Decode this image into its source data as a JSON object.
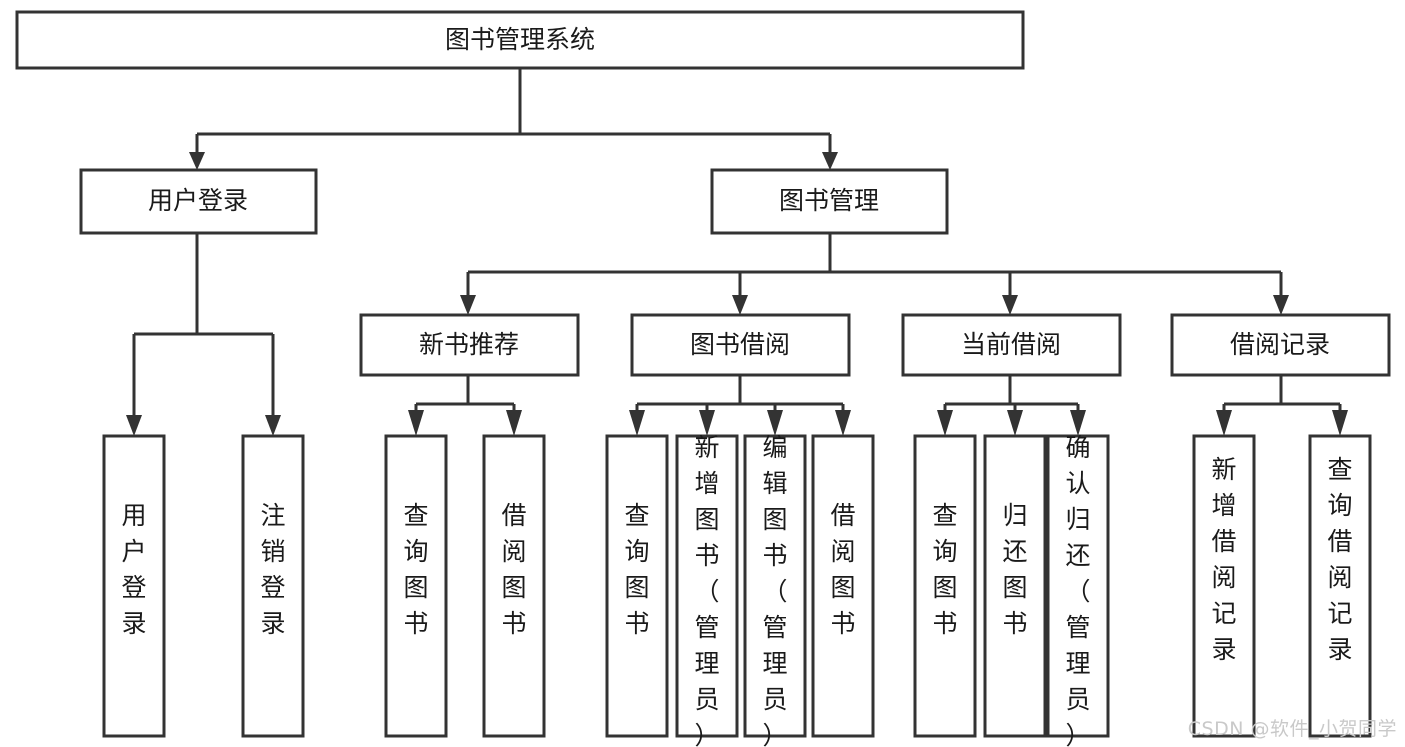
{
  "diagram": {
    "type": "tree-hierarchy",
    "title": "图书管理系统",
    "orientation": "top-down",
    "colors": {
      "box_border": "#333333",
      "box_fill": "#ffffff",
      "edge": "#333333",
      "text": "#1a1a1a",
      "watermark": "#c9c9c9",
      "background": "#ffffff"
    },
    "levels": {
      "level1": [
        "图书管理系统"
      ],
      "level2": [
        "用户登录",
        "图书管理"
      ],
      "level3": [
        "新书推荐",
        "图书借阅",
        "当前借阅",
        "借阅记录"
      ],
      "level4": [
        "用户登录",
        "注销登录",
        "查询图书",
        "借阅图书",
        "查询图书",
        "新增图书（管理员）",
        "编辑图书（管理员）",
        "借阅图书",
        "查询图书",
        "归还图书",
        "确认归还（管理员）",
        "新增借阅记录",
        "查询借阅记录"
      ]
    },
    "root": {
      "id": "root",
      "label": "图书管理系统"
    },
    "nodes": {
      "user_login": {
        "label": "用户登录"
      },
      "book_manage": {
        "label": "图书管理"
      },
      "new_book_rec": {
        "label": "新书推荐"
      },
      "book_borrow": {
        "label": "图书借阅"
      },
      "current_borrow": {
        "label": "当前借阅"
      },
      "borrow_record": {
        "label": "借阅记录"
      }
    },
    "leaves": {
      "user_login": [
        {
          "label": "用户登录"
        },
        {
          "label": "注销登录"
        }
      ],
      "new_book_rec": [
        {
          "label": "查询图书"
        },
        {
          "label": "借阅图书"
        }
      ],
      "book_borrow": [
        {
          "label": "查询图书"
        },
        {
          "label": "新增图书（管理员）"
        },
        {
          "label": "编辑图书（管理员）"
        },
        {
          "label": "借阅图书"
        }
      ],
      "current_borrow": [
        {
          "label": "查询图书"
        },
        {
          "label": "归还图书"
        },
        {
          "label": "确认归还（管理员）"
        }
      ],
      "borrow_record": [
        {
          "label": "新增借阅记录"
        },
        {
          "label": "查询借阅记录"
        }
      ]
    }
  },
  "watermark": {
    "text": "CSDN @软件_小贺同学"
  }
}
